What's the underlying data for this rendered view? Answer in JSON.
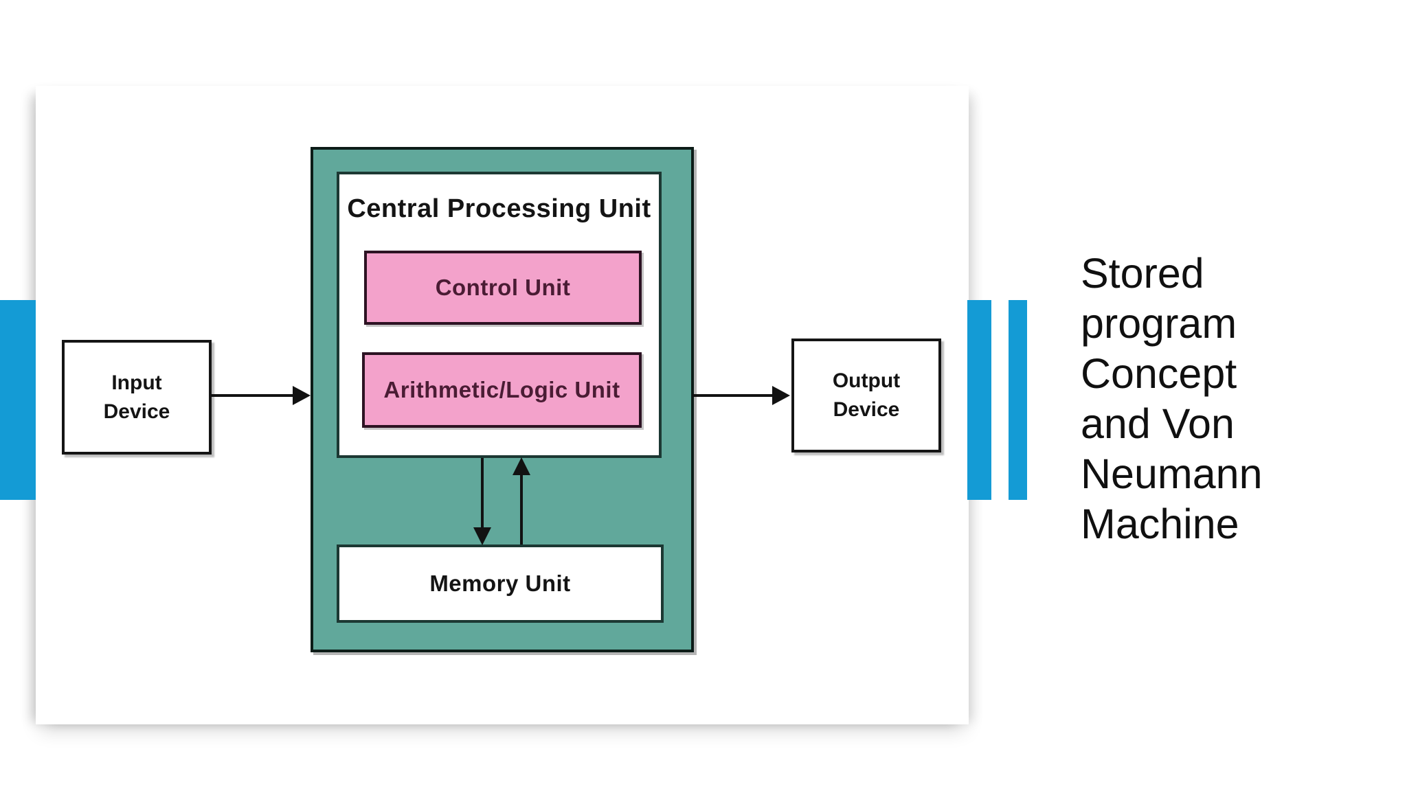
{
  "heading": {
    "text": "Stored\nprogram\nConcept\nand Von\nNeumann\nMachine"
  },
  "diagram": {
    "cpu_label": "Central Processing Unit",
    "control_label": "Control Unit",
    "alu_label": "Arithmetic/Logic Unit",
    "memory_label": "Memory Unit",
    "input_label": "Input\nDevice",
    "output_label": "Output\nDevice"
  },
  "colors": {
    "accent_blue": "#149BD5",
    "cpu_teal": "#61A89B",
    "unit_pink": "#F3A2CB",
    "pink_border": "#2D1323",
    "pink_text": "#4A1C34",
    "dark_border": "#0C1C18",
    "inner_border": "#1C3833",
    "text_black": "#141414"
  }
}
